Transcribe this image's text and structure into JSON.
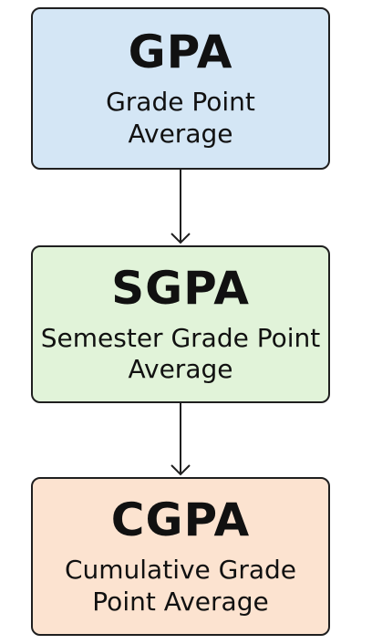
{
  "colors": {
    "gpa_fill": "#d4e6f5",
    "sgpa_fill": "#e1f3d9",
    "cgpa_fill": "#fce3d0",
    "border": "#1f1f1f",
    "text": "#111111"
  },
  "boxes": [
    {
      "acronym": "GPA",
      "fullname": "Grade Point Average"
    },
    {
      "acronym": "SGPA",
      "fullname": "Semester Grade Point Average"
    },
    {
      "acronym": "CGPA",
      "fullname": "Cumulative Grade Point Average"
    }
  ]
}
